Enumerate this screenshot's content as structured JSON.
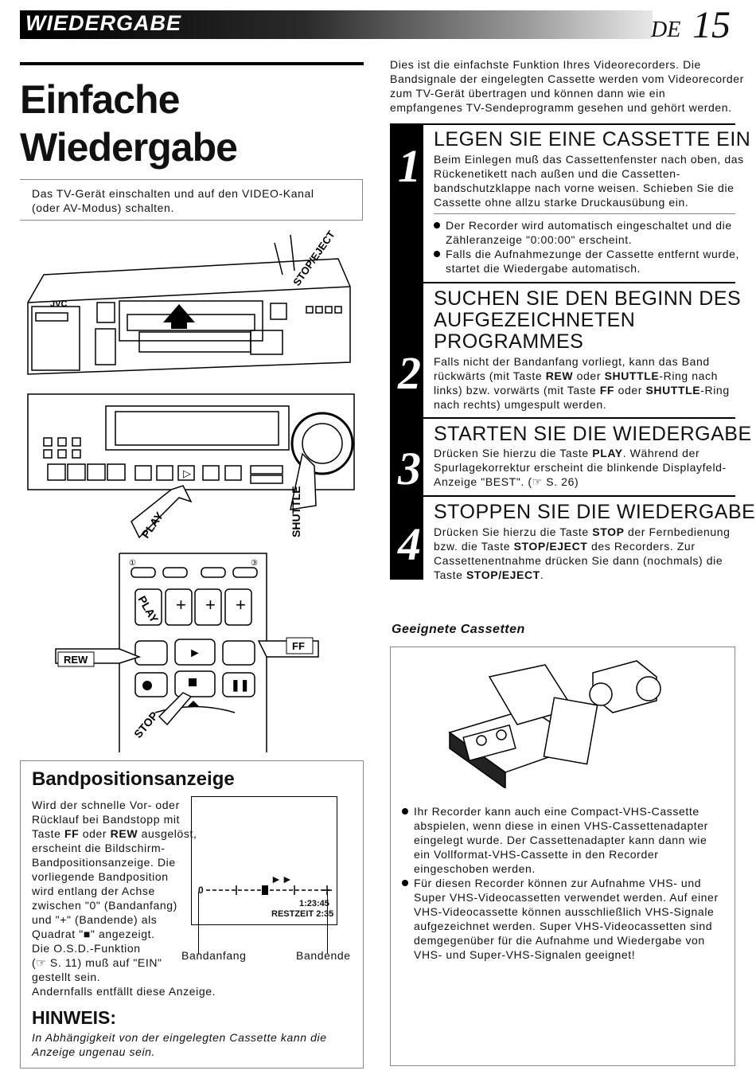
{
  "header": {
    "section": "WIEDERGABE",
    "lang": "DE",
    "page_number": "15"
  },
  "title": {
    "line1": "Einfache",
    "line2": "Wiedergabe"
  },
  "note_box": {
    "line1": "Das TV-Gerät einschalten und auf den VIDEO-Kanal",
    "line2": "(oder AV-Modus) schalten."
  },
  "intro": [
    "Dies ist die einfachste Funktion Ihres Videorecorders. Die",
    "Bandsignale der eingelegten Cassette werden vom Videorecorder",
    "zum TV-Gerät übertragen und können dann wie ein",
    "empfangenes TV-Sendeprogramm gesehen und gehört werden."
  ],
  "illustration_labels": {
    "stop_eject": "STOP/EJECT",
    "play": "PLAY",
    "shuttle": "SHUTTLE",
    "rew": "REW",
    "ff": "FF",
    "stop": "STOP",
    "brand": "JVC"
  },
  "steps": [
    {
      "num": "1",
      "heading": "LEGEN SIE EINE CASSETTE EIN",
      "body": [
        "Beim Einlegen muß das Cassettenfenster nach oben, das",
        "Rückenetikett nach außen und die Cassetten-",
        "bandschutzklappe nach vorne weisen. Schieben Sie die",
        "Cassette ohne allzu starke Druckausübung ein."
      ],
      "bullets": [
        [
          "Der Recorder wird automatisch eingeschaltet und die",
          "Zähleranzeige \"0:00:00\" erscheint."
        ],
        [
          "Falls die Aufnahmezunge der Cassette entfernt wurde,",
          "startet die Wiedergabe automatisch."
        ]
      ]
    },
    {
      "num": "2",
      "heading_lines": [
        "SUCHEN SIE DEN BEGINN DES",
        "AUFGEZEICHNETEN",
        "PROGRAMMES"
      ],
      "body": {
        "l1": "Falls nicht der Bandanfang vorliegt, kann das Band",
        "l2a": "rückwärts (mit Taste ",
        "l2b": "REW",
        "l2c": " oder ",
        "l2d": "SHUTTLE",
        "l2e": "-Ring nach",
        "l3a": "links) bzw. vorwärts (mit Taste ",
        "l3b": "FF",
        "l3c": " oder ",
        "l3d": "SHUTTLE",
        "l3e": "-Ring",
        "l4": "nach rechts) umgespult werden."
      }
    },
    {
      "num": "3",
      "heading": "STARTEN SIE DIE WIEDERGABE",
      "body": {
        "l1a": "Drücken Sie hierzu die Taste ",
        "l1b": "PLAY",
        "l1c": ". Während der",
        "l2": "Spurlagekorrektur erscheint die blinkende Displayfeld-",
        "l3": "Anzeige \"BEST\". (☞ S. 26)"
      }
    },
    {
      "num": "4",
      "heading": "STOPPEN SIE DIE WIEDERGABE",
      "body": {
        "l1a": "Drücken Sie hierzu die Taste ",
        "l1b": "STOP",
        "l1c": " der Fernbedienung",
        "l2a": "bzw. die Taste ",
        "l2b": "STOP/EJECT",
        "l2c": " des Recorders. Zur",
        "l3": "Cassettenentnahme drücken Sie dann (nochmals) die",
        "l4a": "Taste ",
        "l4b": "STOP/EJECT",
        "l4c": "."
      }
    }
  ],
  "band_box": {
    "heading": "Bandpositionsanzeige",
    "text": {
      "l1": "Wird der schnelle Vor- oder",
      "l2": "Rücklauf bei Bandstopp mit",
      "l3a": "Taste ",
      "l3b": "FF",
      "l3c": " oder ",
      "l3d": "REW",
      "l3e": "  ausgelöst,",
      "l4": "erscheint die Bildschirm-",
      "l5": "Bandpositionsanzeige. Die",
      "l6": "vorliegende Bandposition",
      "l7": "wird entlang der Achse",
      "l8": "zwischen \"0\" (Bandanfang)",
      "l9": "und \"+\" (Bandende) als",
      "l10": "Quadrat \"■\" angezeigt.",
      "l11": "Die O.S.D.-Funktion",
      "l12": "(☞ S. 11) muß auf \"EIN\"",
      "l13": "gestellt sein.",
      "l14": "Andernfalls entfällt diese Anzeige."
    },
    "osd": {
      "ff_symbol": "►►",
      "zero": "0",
      "time": "1:23:45",
      "remaining": "RESTZEIT 2:35",
      "label_start": "Bandanfang",
      "label_end": "Bandende"
    },
    "hinweis_title": "HINWEIS:",
    "hinweis_l1": "In Abhängigkeit von der eingelegten Cassette kann die",
    "hinweis_l2": "Anzeige ungenau sein."
  },
  "cassettes": {
    "heading": "Geeignete Cassetten",
    "bullets": [
      [
        "Ihr Recorder kann auch eine Compact-VHS-Cassette",
        "abspielen, wenn diese in einen VHS-Cassettenadapter",
        "eingelegt wurde. Der Cassettenadapter kann dann wie",
        "ein Vollformat-VHS-Cassette in den Recorder",
        "eingeschoben werden."
      ],
      [
        "Für diesen Recorder können zur Aufnahme VHS- und",
        "Super VHS-Videocassetten verwendet werden. Auf einer",
        "VHS-Videocassette können ausschließlich VHS-Signale",
        "aufgezeichnet werden. Super VHS-Videocassetten sind",
        "demgegenüber für die Aufnahme und Wiedergabe von",
        "VHS- und Super-VHS-Signalen geeignet!"
      ]
    ]
  }
}
